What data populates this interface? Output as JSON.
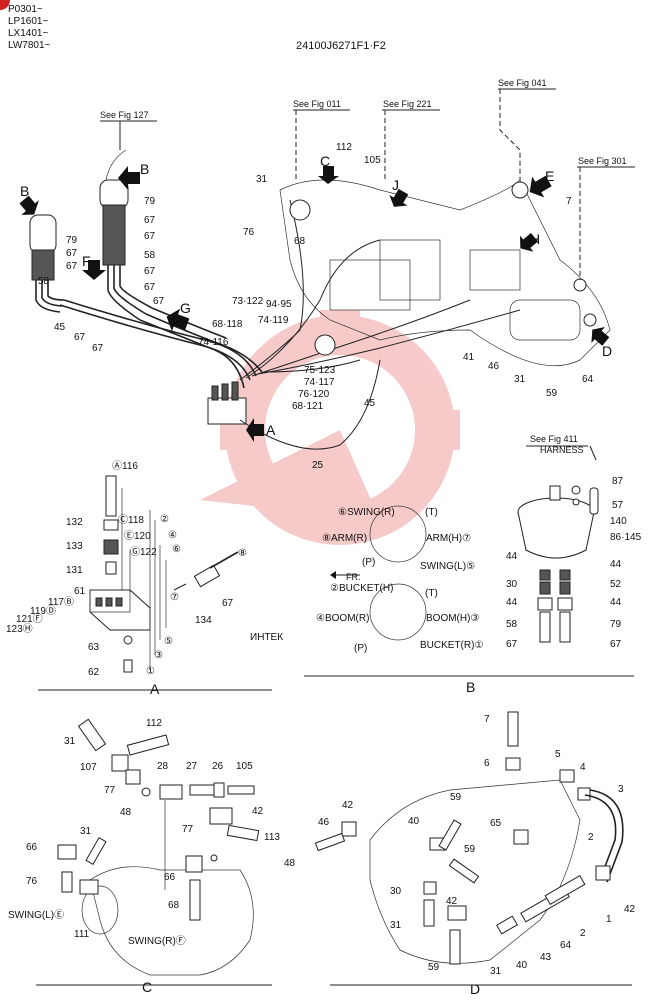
{
  "header": {
    "serials": [
      "P0301~",
      "LP1601~",
      "LX1401~",
      "LW7801~"
    ],
    "drawing_number": "24100J6271F1·F2"
  },
  "watermark": {
    "text": "ИНТЕК",
    "color": "#e03030"
  },
  "main_view": {
    "references": [
      "See Fig 127",
      "See Fig 011",
      "See Fig 221",
      "See Fig 041",
      "See Fig 301"
    ],
    "view_arrows": [
      "B",
      "B",
      "F",
      "G",
      "C",
      "J",
      "E",
      "H",
      "D",
      "A"
    ],
    "labels": [
      "79",
      "67",
      "67",
      "58",
      "79",
      "67",
      "67",
      "67",
      "58",
      "67",
      "45",
      "67",
      "67",
      "67",
      "31",
      "76",
      "68",
      "112",
      "105",
      "7",
      "73·122",
      "94·95",
      "68·118",
      "74·119",
      "74·116",
      "75·123",
      "74·117",
      "76·120",
      "68·121",
      "45",
      "25",
      "41",
      "46",
      "31",
      "59",
      "64"
    ]
  },
  "detail_A": {
    "title": "A",
    "labels": [
      "Ⓐ116",
      "132",
      "Ⓒ118",
      "133",
      "Ⓔ120",
      "Ⓖ122",
      "131",
      "61",
      "117Ⓑ",
      "119Ⓓ",
      "121Ⓕ",
      "123Ⓗ",
      "63",
      "62",
      "②",
      "④",
      "⑥",
      "⑧",
      "⑦",
      "⑤",
      "③",
      "①",
      "134",
      "67"
    ]
  },
  "detail_B": {
    "title": "B",
    "ports_upper": [
      "⑥SWING(R)",
      "(T)",
      "⑧ARM(R)",
      "ARM(H)⑦",
      "(P)",
      "SWING(L)⑤"
    ],
    "fr_label": "FR.",
    "ports_lower": [
      "②BUCKET(H)",
      "(T)",
      "④BOOM(R)",
      "BOOM(H)③",
      "(P)",
      "BUCKET(R)①"
    ],
    "reference": "See Fig 411",
    "harness": "HARNESS",
    "labels": [
      "87",
      "57",
      "140",
      "86·145",
      "44",
      "44",
      "30",
      "52",
      "44",
      "44",
      "58",
      "79",
      "67",
      "67"
    ]
  },
  "detail_C": {
    "title": "C",
    "labels": [
      "31",
      "112",
      "107",
      "77",
      "48",
      "28",
      "27",
      "26",
      "105",
      "42",
      "77",
      "113",
      "66",
      "31",
      "48",
      "66",
      "76",
      "68",
      "111",
      "SWING(L)Ⓔ",
      "SWING(R)Ⓕ"
    ]
  },
  "detail_D": {
    "title": "D",
    "labels": [
      "7",
      "6",
      "5",
      "4",
      "3",
      "42",
      "46",
      "40",
      "59",
      "65",
      "59",
      "30",
      "42",
      "31",
      "31",
      "40",
      "43",
      "64",
      "2",
      "1",
      "2",
      "42",
      "59"
    ]
  }
}
